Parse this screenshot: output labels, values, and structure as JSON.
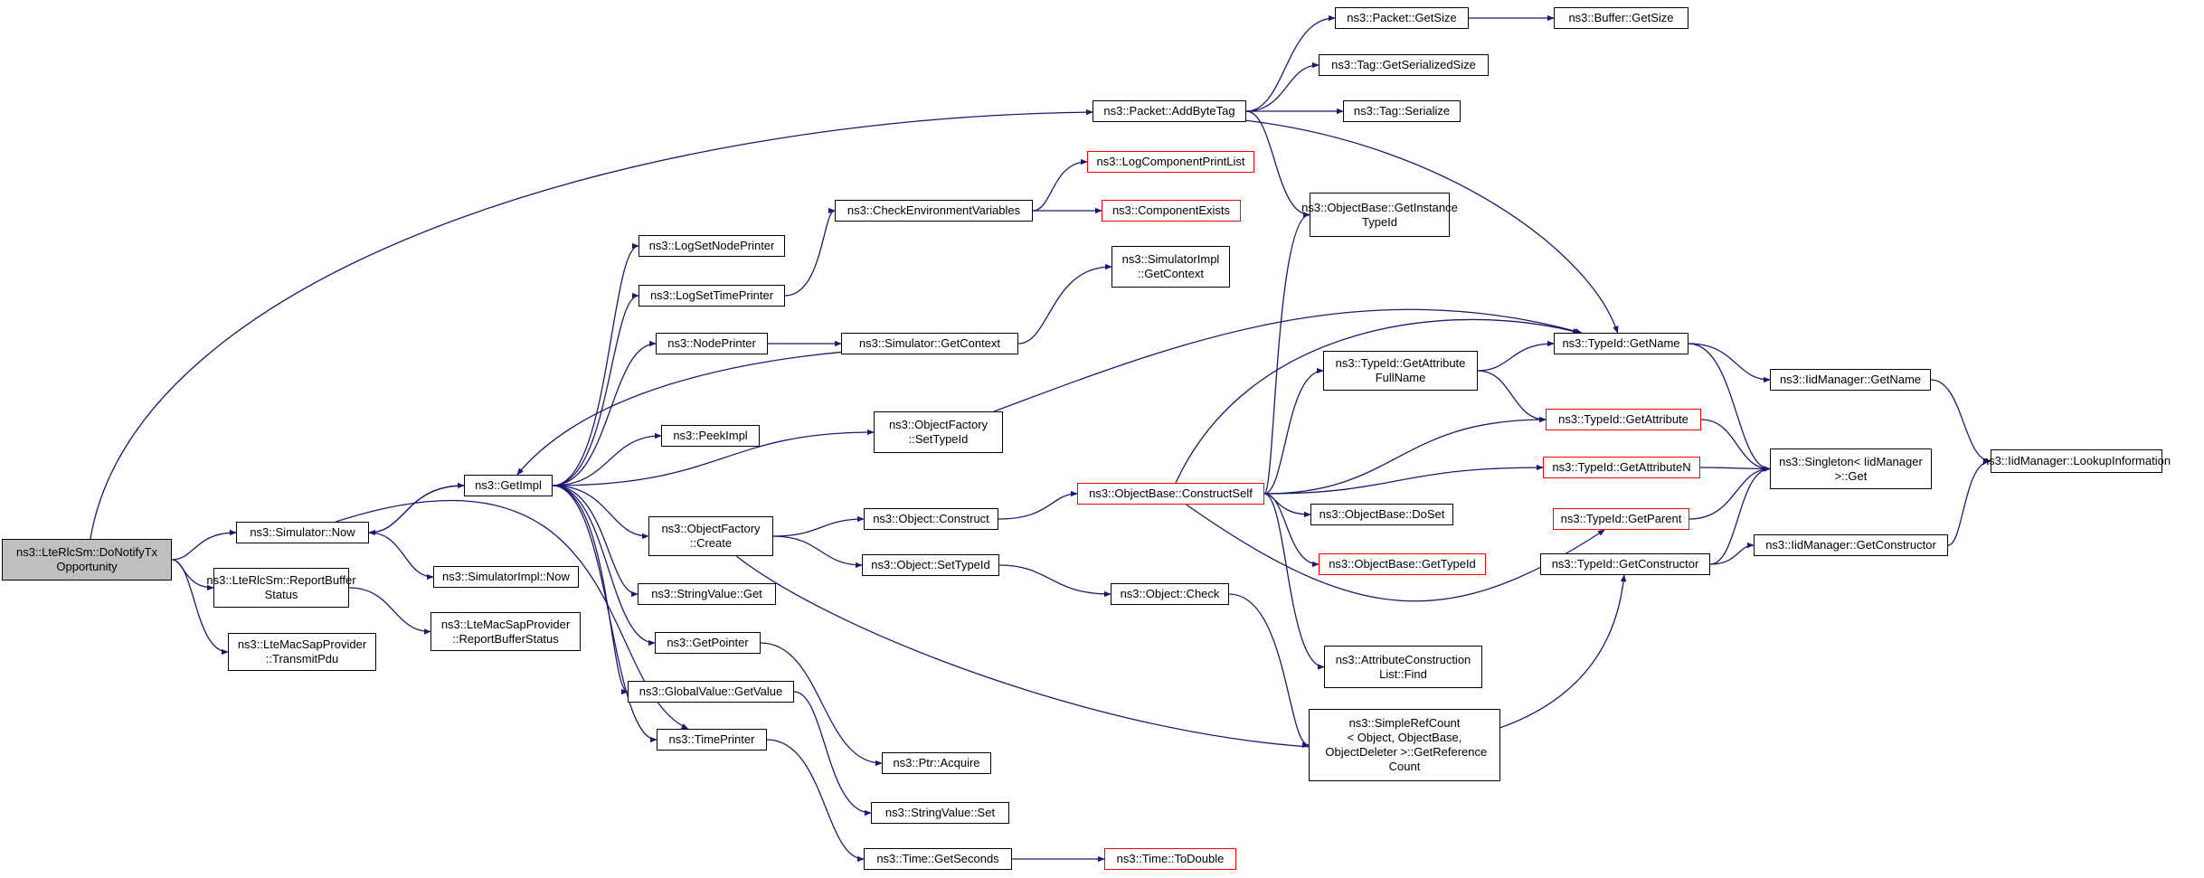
{
  "graph": {
    "edge_color": "#191970",
    "highlight_border": "#ff0000",
    "root_fill": "#bfbfbf",
    "nodes": [
      {
        "id": "root",
        "label": "ns3::LteRlcSm::DoNotifyTx\nOpportunity",
        "style": "root"
      },
      {
        "id": "simnow",
        "label": "ns3::Simulator::Now",
        "style": "normal"
      },
      {
        "id": "rbs",
        "label": "ns3::LteRlcSm::ReportBuffer\nStatus",
        "style": "normal"
      },
      {
        "id": "tpdu",
        "label": "ns3::LteMacSapProvider\n::TransmitPdu",
        "style": "normal"
      },
      {
        "id": "getimpl",
        "label": "ns3::GetImpl",
        "style": "normal"
      },
      {
        "id": "simimplnow",
        "label": "ns3::SimulatorImpl::Now",
        "style": "normal"
      },
      {
        "id": "macrbs",
        "label": "ns3::LteMacSapProvider\n::ReportBufferStatus",
        "style": "normal"
      },
      {
        "id": "addbytetag",
        "label": "ns3::Packet::AddByteTag",
        "style": "normal"
      },
      {
        "id": "pgetsize",
        "label": "ns3::Packet::GetSize",
        "style": "normal"
      },
      {
        "id": "bgetsize",
        "label": "ns3::Buffer::GetSize",
        "style": "normal"
      },
      {
        "id": "tagser",
        "label": "ns3::Tag::GetSerializedSize",
        "style": "normal"
      },
      {
        "id": "tagserialize",
        "label": "ns3::Tag::Serialize",
        "style": "normal"
      },
      {
        "id": "logcpl",
        "label": "ns3::LogComponentPrintList",
        "style": "red"
      },
      {
        "id": "checkenv",
        "label": "ns3::CheckEnvironmentVariables",
        "style": "normal"
      },
      {
        "id": "compexists",
        "label": "ns3::ComponentExists",
        "style": "red"
      },
      {
        "id": "obgetinst",
        "label": "ns3::ObjectBase::GetInstance\nTypeId",
        "style": "normal"
      },
      {
        "id": "lognode",
        "label": "ns3::LogSetNodePrinter",
        "style": "normal"
      },
      {
        "id": "logtime",
        "label": "ns3::LogSetTimePrinter",
        "style": "normal"
      },
      {
        "id": "simimplctx",
        "label": "ns3::SimulatorImpl\n::GetContext",
        "style": "normal"
      },
      {
        "id": "nodeprinter",
        "label": "ns3::NodePrinter",
        "style": "normal"
      },
      {
        "id": "simctx",
        "label": "ns3::Simulator::GetContext",
        "style": "normal"
      },
      {
        "id": "typeidname",
        "label": "ns3::TypeId::GetName",
        "style": "normal"
      },
      {
        "id": "tidgetattrfull",
        "label": "ns3::TypeId::GetAttribute\nFullName",
        "style": "normal"
      },
      {
        "id": "iidgetname",
        "label": "ns3::IidManager::GetName",
        "style": "normal"
      },
      {
        "id": "peekimpl",
        "label": "ns3::PeekImpl",
        "style": "normal"
      },
      {
        "id": "ofsettid",
        "label": "ns3::ObjectFactory\n::SetTypeId",
        "style": "normal"
      },
      {
        "id": "tidgetattr",
        "label": "ns3::TypeId::GetAttribute",
        "style": "red"
      },
      {
        "id": "singleton",
        "label": "ns3::Singleton< IidManager\n>::Get",
        "style": "normal"
      },
      {
        "id": "iidlookup",
        "label": "ns3::IidManager::LookupInformation",
        "style": "normal"
      },
      {
        "id": "tidgetattrn",
        "label": "ns3::TypeId::GetAttributeN",
        "style": "red"
      },
      {
        "id": "construct",
        "label": "ns3::ObjectBase::ConstructSelf",
        "style": "red"
      },
      {
        "id": "ofcreate",
        "label": "ns3::ObjectFactory\n::Create",
        "style": "normal"
      },
      {
        "id": "objconstruct",
        "label": "ns3::Object::Construct",
        "style": "normal"
      },
      {
        "id": "dosetob",
        "label": "ns3::ObjectBase::DoSet",
        "style": "normal"
      },
      {
        "id": "tidparent",
        "label": "ns3::TypeId::GetParent",
        "style": "red"
      },
      {
        "id": "objsettid",
        "label": "ns3::Object::SetTypeId",
        "style": "normal"
      },
      {
        "id": "obgettid",
        "label": "ns3::ObjectBase::GetTypeId",
        "style": "red"
      },
      {
        "id": "tidgetctor",
        "label": "ns3::TypeId::GetConstructor",
        "style": "normal"
      },
      {
        "id": "iidgetctor",
        "label": "ns3::IidManager::GetConstructor",
        "style": "normal"
      },
      {
        "id": "svget",
        "label": "ns3::StringValue::Get",
        "style": "normal"
      },
      {
        "id": "objcheck",
        "label": "ns3::Object::Check",
        "style": "normal"
      },
      {
        "id": "getpointer",
        "label": "ns3::GetPointer",
        "style": "normal"
      },
      {
        "id": "attrfind",
        "label": "ns3::AttributeConstruction\nList::Find",
        "style": "normal"
      },
      {
        "id": "gvget",
        "label": "ns3::GlobalValue::GetValue",
        "style": "normal"
      },
      {
        "id": "timeprinter",
        "label": "ns3::TimePrinter",
        "style": "normal"
      },
      {
        "id": "srcount",
        "label": "ns3::SimpleRefCount\n< Object, ObjectBase,\n ObjectDeleter >::GetReference\nCount",
        "style": "normal"
      },
      {
        "id": "ptracq",
        "label": "ns3::Ptr::Acquire",
        "style": "normal"
      },
      {
        "id": "svset",
        "label": "ns3::StringValue::Set",
        "style": "normal"
      },
      {
        "id": "timeseconds",
        "label": "ns3::Time::GetSeconds",
        "style": "normal"
      },
      {
        "id": "todouble",
        "label": "ns3::Time::ToDouble",
        "style": "red"
      }
    ]
  }
}
